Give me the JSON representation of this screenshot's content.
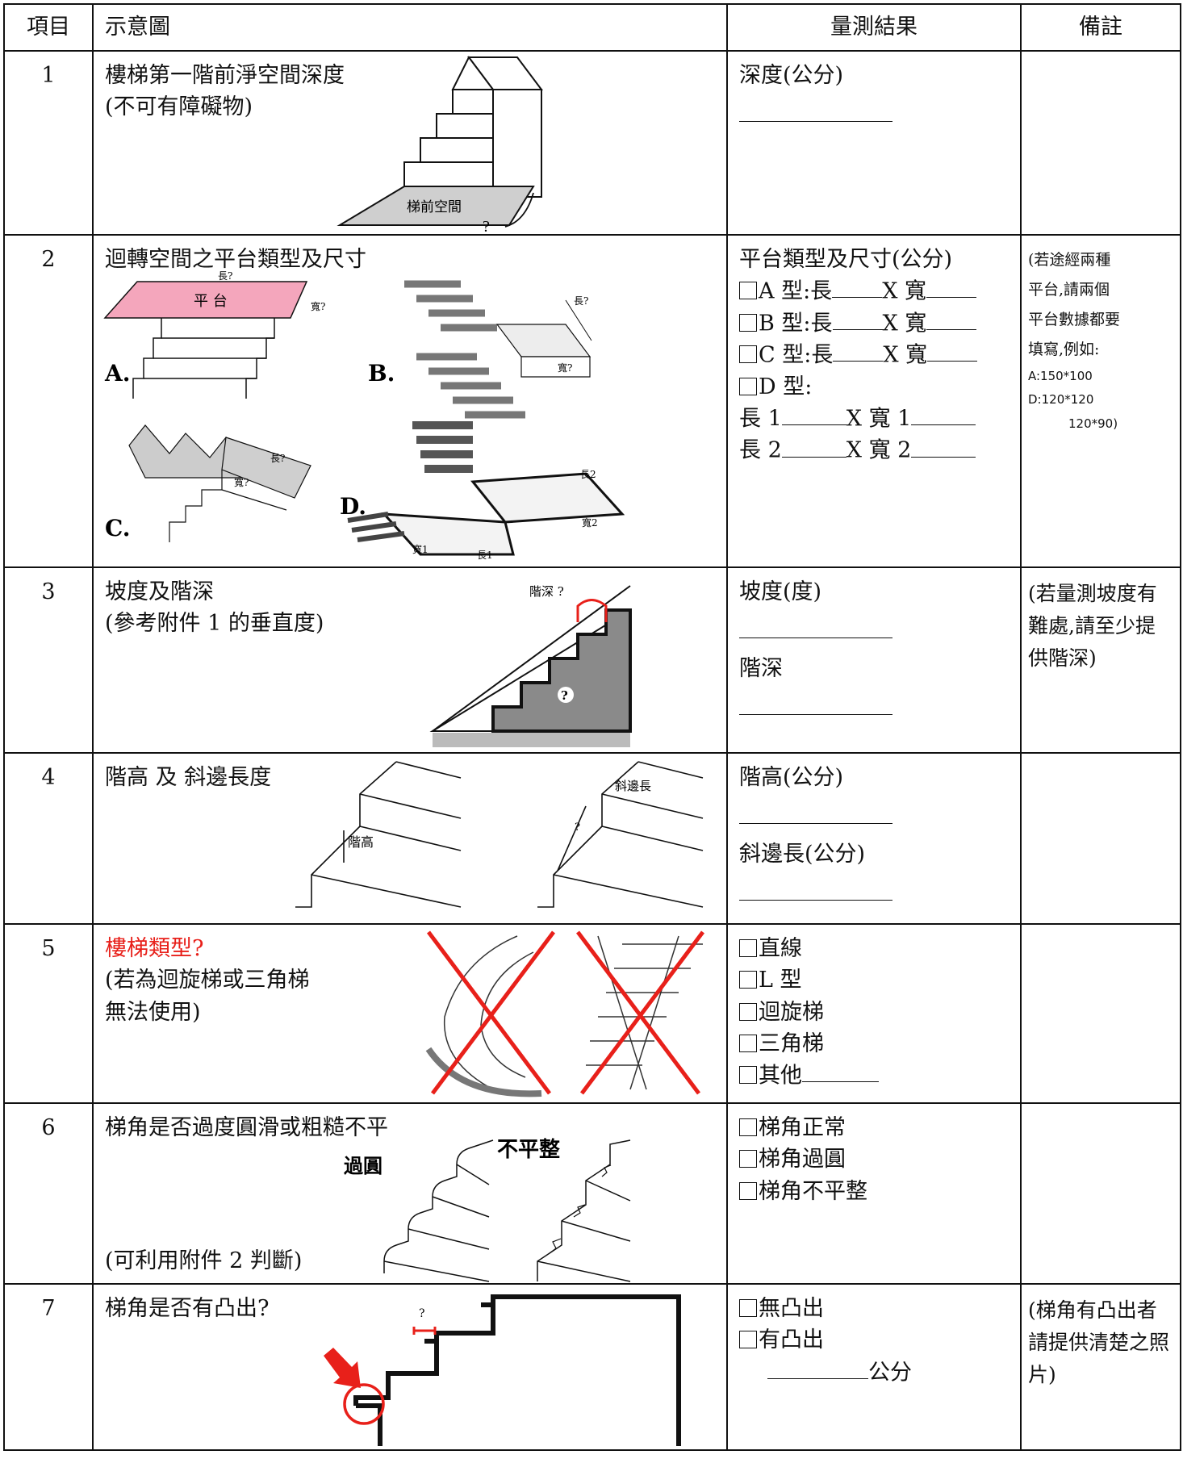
{
  "headers": {
    "item": "項目",
    "diagram": "示意圖",
    "result": "量測結果",
    "note": "備註"
  },
  "rows": [
    {
      "num": "1",
      "title": "樓梯第一階前淨空間深度",
      "subtitle": "(不可有障礙物)",
      "fig_label": "梯前空間",
      "fig_q": "?",
      "result_label": "深度(公分)"
    },
    {
      "num": "2",
      "title": "迴轉空間之平台類型及尺寸",
      "figA": {
        "letter": "A.",
        "platform": "平 台",
        "len": "長?",
        "wid": "寬?"
      },
      "figB": {
        "letter": "B.",
        "len": "長?",
        "wid": "寬?"
      },
      "figC": {
        "letter": "C.",
        "len": "長?",
        "wid": "寬?"
      },
      "figD": {
        "letter": "D.",
        "len2": "長2",
        "wid2": "寬2",
        "wid1": "寬1",
        "len1": "長1"
      },
      "result_title": "平台類型及尺寸(公分)",
      "type_a": "A 型:長",
      "type_b": "B 型:長",
      "type_c": "C 型:長",
      "type_d": "D 型:",
      "x_wid": "X 寬",
      "len1": "長 1",
      "wid1": "X 寬 1",
      "len2": "長 2",
      "wid2": "X 寬 2",
      "note": [
        "(若途經兩種",
        "平台,請兩個",
        "平台數據都要",
        "填寫,例如:",
        "A:150*100",
        "D:120*120",
        "120*90)"
      ]
    },
    {
      "num": "3",
      "title": "坡度及階深",
      "subtitle": "(參考附件 1 的垂直度)",
      "fig_label": "階深 ?",
      "fig_q": "?",
      "result_slope": "坡度(度)",
      "result_depth": "階深",
      "note": "(若量測坡度有難處,請至少提供階深)"
    },
    {
      "num": "4",
      "title": "階高 及 斜邊長度",
      "fig_height": "階高",
      "fig_hyp": "斜邊長",
      "fig_q": "?",
      "result_height": "階高(公分)",
      "result_hyp": "斜邊長(公分)"
    },
    {
      "num": "5",
      "title": "樓梯類型?",
      "subtitle1": "(若為迴旋梯或三角梯",
      "subtitle2": "無法使用)",
      "options": [
        "直線",
        "L 型",
        "迴旋梯",
        "三角梯",
        "其他"
      ]
    },
    {
      "num": "6",
      "title": "梯角是否過度圓滑或粗糙不平",
      "fig_round": "過圓",
      "fig_uneven": "不平整",
      "footnote": "(可利用附件 2 判斷)",
      "options": [
        "梯角正常",
        "梯角過圓",
        "梯角不平整"
      ]
    },
    {
      "num": "7",
      "title": "梯角是否有凸出?",
      "fig_q": "?",
      "options": [
        "無凸出",
        "有凸出"
      ],
      "unit": "公分",
      "note": "(梯角有凸出者請提供清楚之照片)"
    }
  ]
}
